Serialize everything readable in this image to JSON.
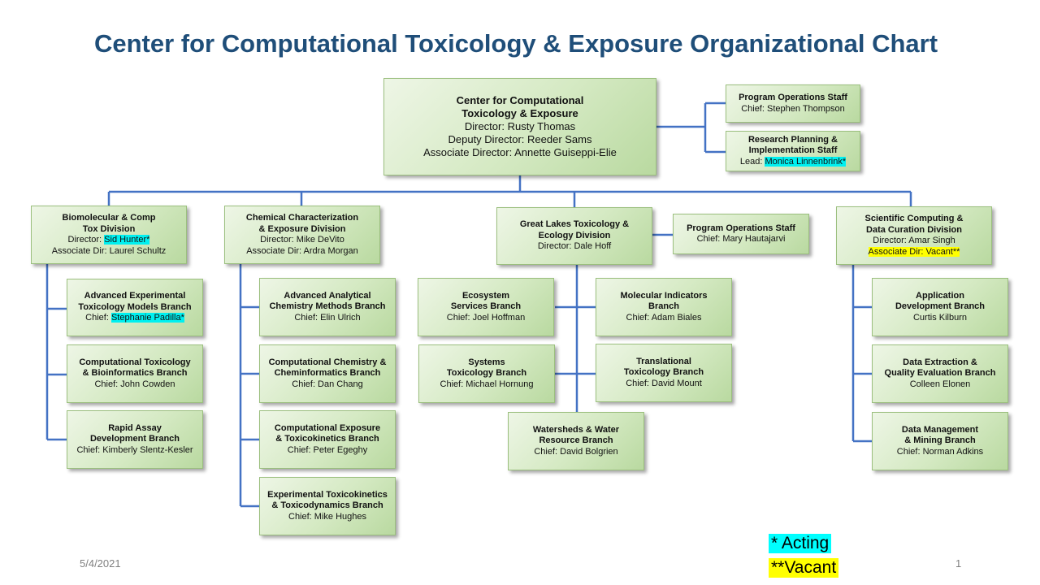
{
  "title": "Center for Computational Toxicology & Exposure Organizational Chart",
  "center": {
    "name": "Center for Computational\nToxicology & Exposure",
    "director": "Director: Rusty Thomas",
    "deputy": "Deputy Director: Reeder Sams",
    "associate": "Associate Director: Annette Guiseppi-Elie"
  },
  "program_ops_top": {
    "name": "Program Operations Staff",
    "chief": "Chief: Stephen  Thompson"
  },
  "research_planning": {
    "name": "Research Planning &\nImplementation Staff",
    "lead_label": "Lead:",
    "lead_name": "Monica Linnenbrink*"
  },
  "biomolecular": {
    "name": "Biomolecular  & Comp\nTox Division",
    "director_label": "Director:",
    "director_name": "Sid Hunter*",
    "associate": "Associate Dir: Laurel Schultz",
    "branches": [
      {
        "name": "Advanced Experimental\nToxicology  Models Branch",
        "chief_label": "Chief:",
        "chief_name": "Stephanie Padilla*"
      },
      {
        "name": "Computational  Toxicology\n& Bioinformatics  Branch",
        "chief": "Chief: John  Cowden"
      },
      {
        "name": "Rapid  Assay\nDevelopment Branch",
        "chief": "Chief: Kimberly Slentz-Kesler"
      }
    ]
  },
  "chemical": {
    "name": "Chemical Characterization\n& Exposure Division",
    "director": "Director:  Mike DeVito",
    "associate": "Associate Dir: Ardra Morgan",
    "branches": [
      {
        "name": "Advanced Analytical\nChemistry Methods Branch",
        "chief": "Chief: Elin Ulrich"
      },
      {
        "name": "Computational Chemistry &\nCheminformatics Branch",
        "chief": "Chief: Dan Chang"
      },
      {
        "name": "Computational  Exposure\n& Toxicokinetics  Branch",
        "chief": "Chief: Peter  Egeghy"
      },
      {
        "name": "Experimental Toxicokinetics\n& Toxicodynamics  Branch",
        "chief": "Chief: Mike Hughes"
      }
    ]
  },
  "great_lakes": {
    "name": "Great Lakes Toxicology  &\nEcology Division",
    "director": "Director: Dale Hoff",
    "branches": [
      {
        "name": "Ecosystem\nServices Branch",
        "chief": "Chief: Joel Hoffman"
      },
      {
        "name": "Molecular  Indicators\nBranch",
        "chief": "Chief: Adam  Biales"
      },
      {
        "name": "Systems\nToxicology  Branch",
        "chief": "Chief: Michael Hornung"
      },
      {
        "name": "Translational\nToxicology  Branch",
        "chief": "Chief: David Mount"
      },
      {
        "name": "Watersheds & Water\nResource Branch",
        "chief": "Chief: David Bolgrien"
      }
    ]
  },
  "program_ops_gl": {
    "name": "Program Operations Staff",
    "chief": "Chief: Mary Hautajarvi"
  },
  "scientific": {
    "name": "Scientific Computing &\nData Curation Division",
    "director": "Director: Amar Singh",
    "associate": "Associate Dir: Vacant**",
    "branches": [
      {
        "name": "Application\nDevelopment Branch",
        "chief": "Curtis Kilburn"
      },
      {
        "name": "Data Extraction &\nQuality Evaluation  Branch",
        "chief": "Colleen Elonen"
      },
      {
        "name": "Data Management\n& Mining Branch",
        "chief": "Chief: Norman  Adkins"
      }
    ]
  },
  "legend": {
    "acting": "* Acting",
    "vacant": "**Vacant"
  },
  "footer": {
    "date": "5/4/2021",
    "page": "1"
  },
  "colors": {
    "title": "#1f4e79",
    "connector": "#4472c4",
    "box_border": "#9bbf7e",
    "highlight_acting": "#00ffff",
    "highlight_vacant": "#ffff00"
  }
}
